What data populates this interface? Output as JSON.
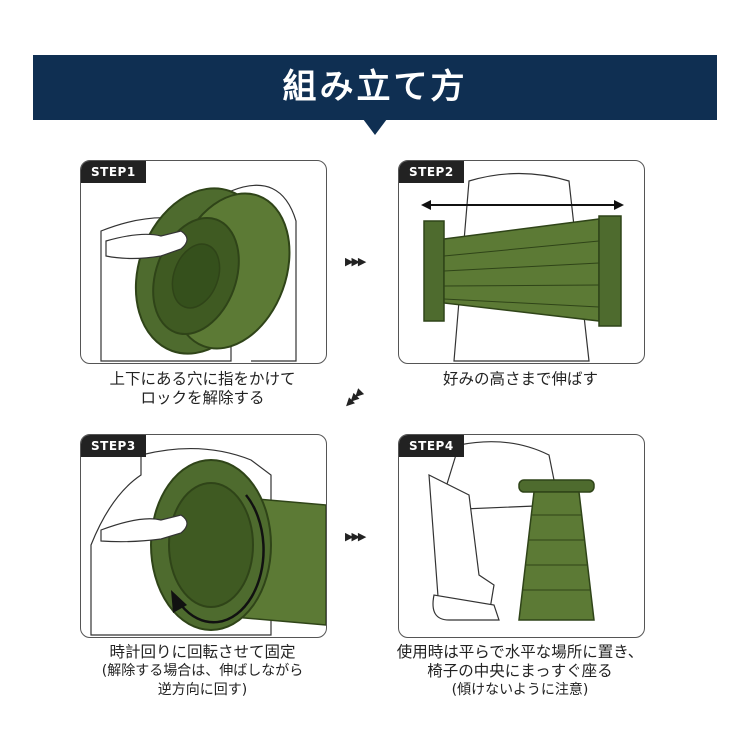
{
  "banner": {
    "title": "組み立て方"
  },
  "steps": [
    {
      "tag": "STEP1",
      "caption": [
        "上下にある穴に指をかけて",
        "ロックを解除する"
      ]
    },
    {
      "tag": "STEP2",
      "caption": [
        "好みの高さまで伸ばす"
      ]
    },
    {
      "tag": "STEP3",
      "caption": [
        "時計回りに回転させて固定",
        "(解除する場合は、伸ばしながら",
        "逆方向に回す)"
      ]
    },
    {
      "tag": "STEP4",
      "caption": [
        "使用時は平らで水平な場所に置き、",
        "椅子の中央にまっすぐ座る",
        "(傾けないように注意)"
      ]
    }
  ],
  "arrow_glyph": "▶▶▶",
  "colors": {
    "banner": "#0f2f52",
    "stool_green": "#4e6b2e",
    "stool_dark": "#2f4418"
  }
}
